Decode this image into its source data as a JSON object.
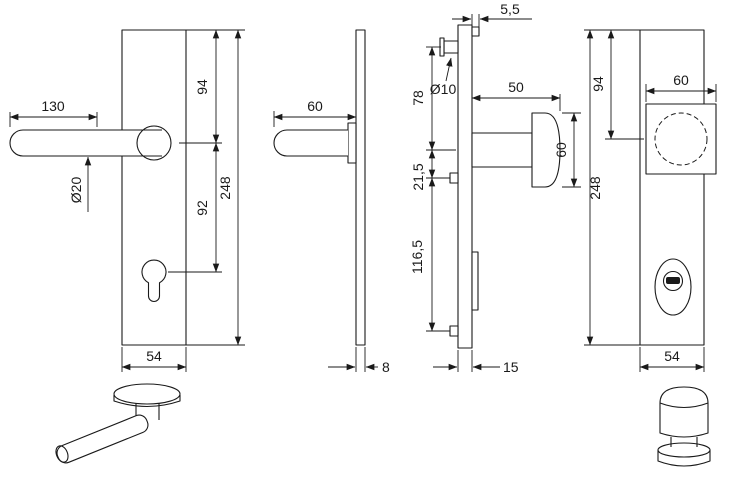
{
  "page": {
    "background": "#ffffff",
    "line_color": "#1a1a1a"
  },
  "views": {
    "inside_front": {
      "dim_handle_length": "130",
      "dim_handle_diameter": "Ø20",
      "dim_top_to_handle": "94",
      "dim_handle_to_cylinder": "92",
      "dim_plate_height": "248",
      "dim_plate_width": "54"
    },
    "inside_side": {
      "dim_handle_projection": "60",
      "dim_plate_thickness": "8"
    },
    "outside_side": {
      "dim_cap_offset": "5,5",
      "dim_pin_diameter": "Ø10",
      "dim_pin_to_knob": "78",
      "dim_knob_to_screw": "21,5",
      "dim_screw_spacing": "116,5",
      "dim_knob_projection": "50",
      "dim_knob_diameter": "60",
      "dim_plate_thickness": "15"
    },
    "outside_front": {
      "dim_top_to_knob": "94",
      "dim_knob_width": "60",
      "dim_plate_height": "248",
      "dim_plate_width": "54"
    }
  }
}
